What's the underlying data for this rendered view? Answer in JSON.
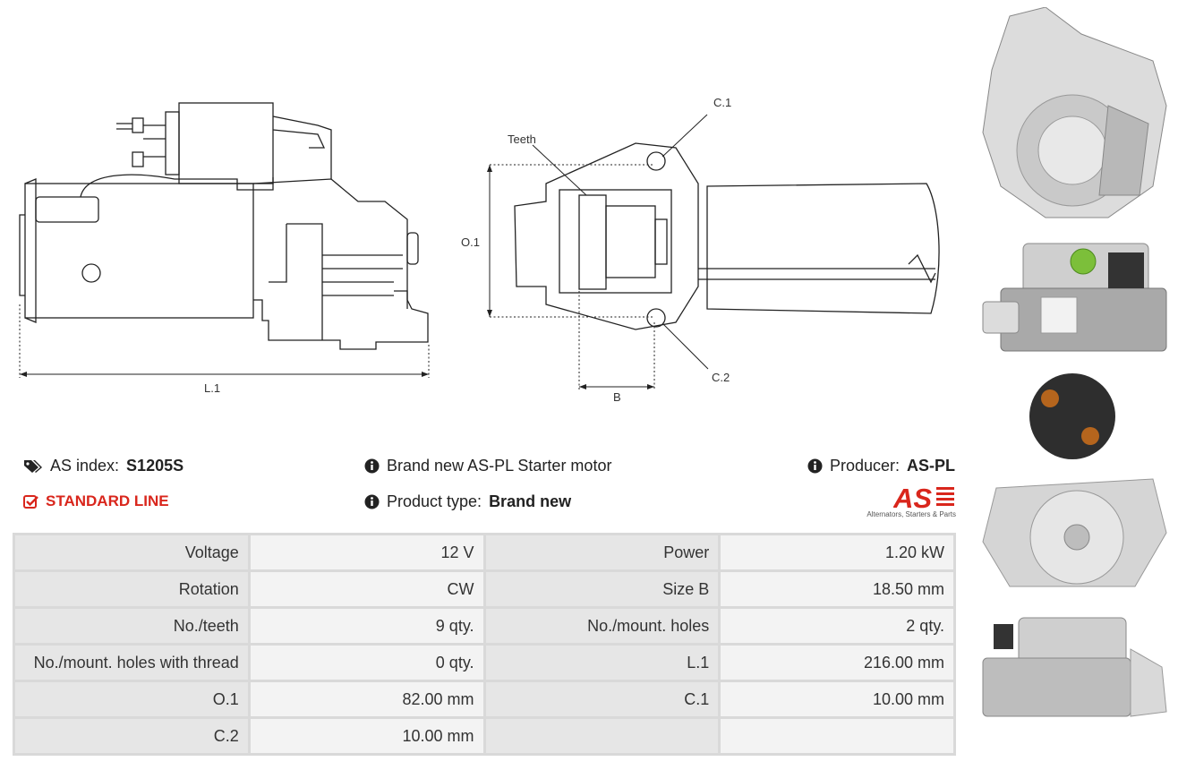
{
  "drawing_labels": {
    "l1": "L.1",
    "o1": "O.1",
    "b": "B",
    "c1": "C.1",
    "c2": "C.2",
    "teeth": "Teeth"
  },
  "info": {
    "as_index_label": "AS index:",
    "as_index_value": "S1205S",
    "line": "STANDARD LINE",
    "description": "Brand new AS-PL Starter motor",
    "product_type_label": "Product type:",
    "product_type_value": "Brand new",
    "producer_label": "Producer:",
    "producer_value": "AS-PL",
    "logo_text": "AS",
    "logo_tagline": "Alternators, Starters & Parts"
  },
  "specs": [
    [
      "Voltage",
      "12 V",
      "Power",
      "1.20 kW"
    ],
    [
      "Rotation",
      "CW",
      "Size B",
      "18.50 mm"
    ],
    [
      "No./teeth",
      "9 qty.",
      "No./mount. holes",
      "2 qty."
    ],
    [
      "No./mount. holes with thread",
      "0 qty.",
      "L.1",
      "216.00 mm"
    ],
    [
      "O.1",
      "82.00 mm",
      "C.1",
      "10.00 mm"
    ],
    [
      "C.2",
      "10.00 mm",
      "",
      ""
    ]
  ],
  "colors": {
    "accent_red": "#d9261c",
    "label_bg": "#e6e6e6",
    "cell_bg": "#f3f3f3"
  },
  "icons": [
    "tags-icon",
    "check-square-icon",
    "info-circle-icon"
  ]
}
